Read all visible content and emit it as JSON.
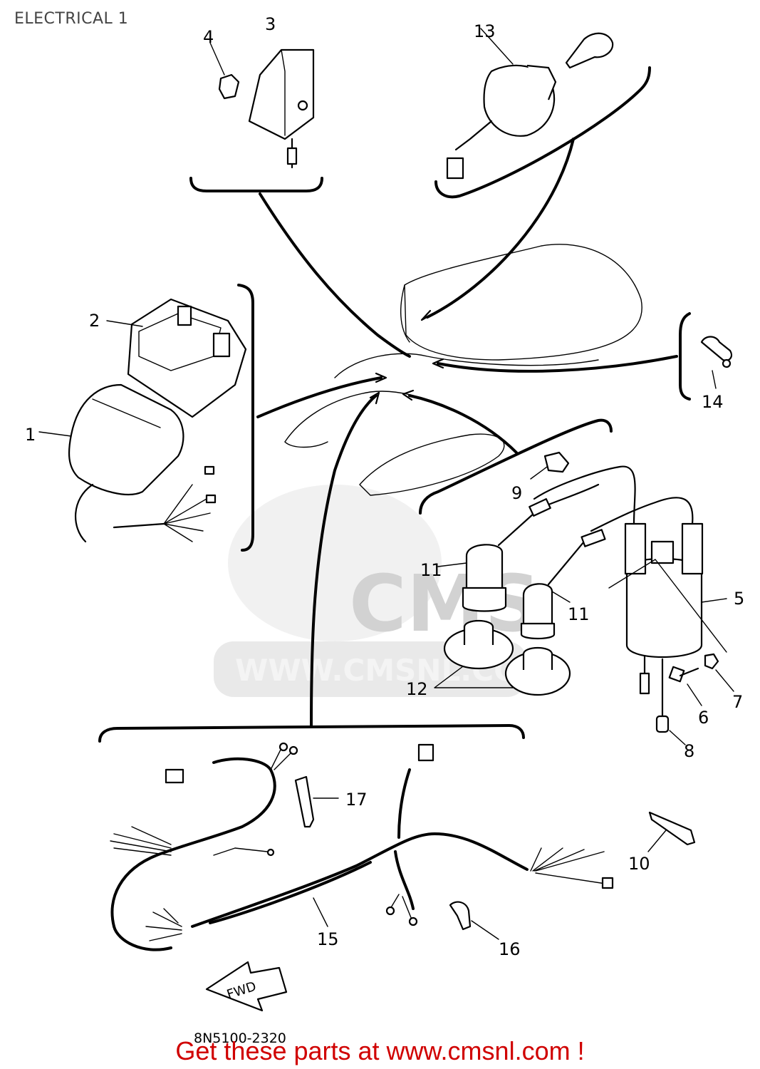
{
  "page": {
    "title": "ELECTRICAL 1",
    "part_code": "8N5100-2320",
    "footer": "Get these parts at www.cmsnl.com !",
    "footer_color": "#d00000"
  },
  "watermark": {
    "brand": "CMS",
    "url": "WWW.CMSNL.COM"
  },
  "direction_arrow": {
    "label": "FWD",
    "icon": "forward-arrow-icon"
  },
  "callouts": [
    {
      "id": "1",
      "label": "1"
    },
    {
      "id": "2",
      "label": "2"
    },
    {
      "id": "3",
      "label": "3"
    },
    {
      "id": "4",
      "label": "4"
    },
    {
      "id": "5",
      "label": "5"
    },
    {
      "id": "6",
      "label": "6"
    },
    {
      "id": "7",
      "label": "7"
    },
    {
      "id": "8",
      "label": "8"
    },
    {
      "id": "9",
      "label": "9"
    },
    {
      "id": "10",
      "label": "10"
    },
    {
      "id": "11a",
      "label": "11"
    },
    {
      "id": "11b",
      "label": "11"
    },
    {
      "id": "12",
      "label": "12"
    },
    {
      "id": "13",
      "label": "13"
    },
    {
      "id": "14",
      "label": "14"
    },
    {
      "id": "15",
      "label": "15"
    },
    {
      "id": "16",
      "label": "16"
    },
    {
      "id": "17",
      "label": "17"
    }
  ]
}
